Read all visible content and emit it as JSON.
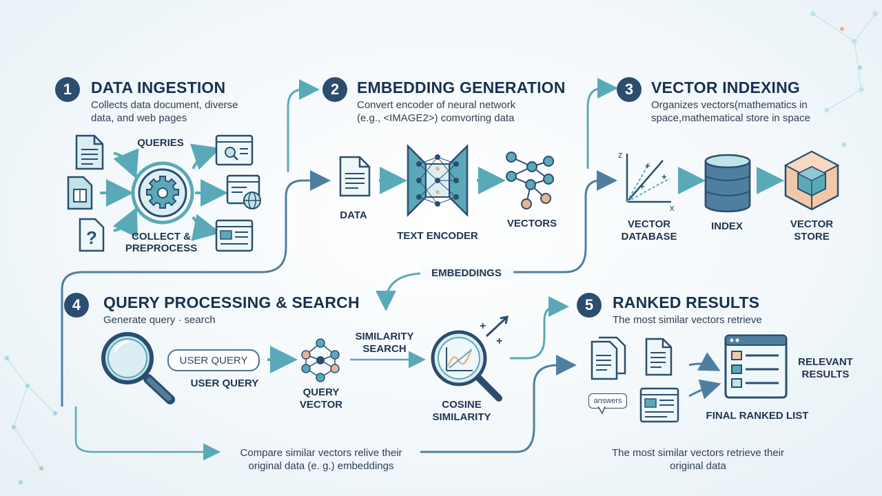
{
  "steps": [
    {
      "number": "1",
      "title": "DATA INGESTION",
      "desc_line1": "Collects data document, diverse",
      "desc_line2": "data, and web pages"
    },
    {
      "number": "2",
      "title": "EMBEDDING GENERATION",
      "desc_line1": "Convert encoder of neural network",
      "desc_line2": "(e.g., <IMAGE2>) comvorting data"
    },
    {
      "number": "3",
      "title": "VECTOR INDEXING",
      "desc_line1": "Organizes vectors(mathematics in",
      "desc_line2": "space,mathematical store in space"
    },
    {
      "number": "4",
      "title": "QUERY PROCESSING & SEARCH",
      "desc_line1": "Generate query · search"
    },
    {
      "number": "5",
      "title": "RANKED RESULTS",
      "desc_line1": "The most similar vectors retrieve"
    }
  ],
  "labels": {
    "queries": "QUERIES",
    "collect": "COLLECT &",
    "preprocess": "PREPROCESS",
    "data": "DATA",
    "text_encoder": "TEXT ENCODER",
    "vectors": "VECTORS",
    "vector_db_1": "VECTOR",
    "vector_db_2": "DATABASE",
    "index": "INDEX",
    "vector_store_1": "VECTOR",
    "vector_store_2": "STORE",
    "embeddings": "EMBEDDINGS",
    "user_query_pill": "USER QUERY",
    "user_query": "USER QUERY",
    "query_vector_1": "QUERY",
    "query_vector_2": "VECTOR",
    "similarity_search_1": "SIMILARITY",
    "similarity_search_2": "SEARCH",
    "cosine_1": "COSINE",
    "cosine_2": "SIMILARITY",
    "answers": "answers",
    "relevant_1": "RELEVANT",
    "relevant_2": "RESULTS",
    "final_list": "FINAL RANKED LIST",
    "axis_z": "z",
    "axis_x": "x"
  },
  "notes": {
    "compare_1": "Compare similar vectors relive their",
    "compare_2": "original data (e. g.) embeddings",
    "retrieve_1": "The most similar vectors retrieve their",
    "retrieve_2": "original data"
  },
  "colors": {
    "navy": "#2b4d6f",
    "teal": "#5aa9b8",
    "light_teal": "#bfe3e8",
    "accent_orange": "#e9b48c",
    "flow_blue": "#4f7fa0"
  }
}
